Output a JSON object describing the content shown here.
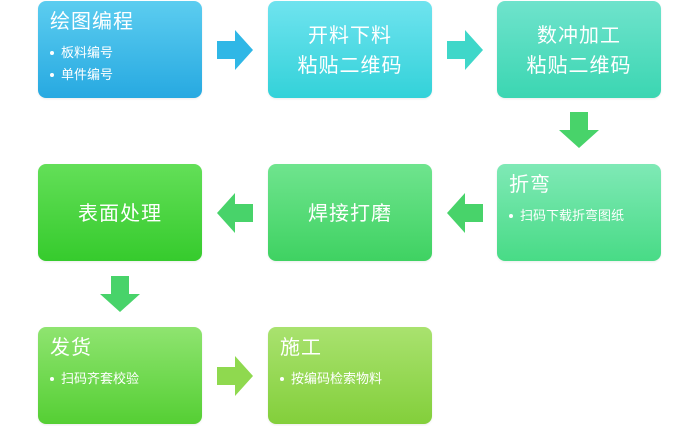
{
  "steps": [
    {
      "title": "绘图编程",
      "bullets": [
        "板料编号",
        "单件编号"
      ]
    },
    {
      "lines": [
        "开料下料",
        "粘贴二维码"
      ]
    },
    {
      "lines": [
        "数冲加工",
        "粘贴二维码"
      ]
    },
    {
      "title": "折弯",
      "bullets": [
        "扫码下载折弯图纸"
      ]
    },
    {
      "lines": [
        "焊接打磨"
      ]
    },
    {
      "lines": [
        "表面处理"
      ]
    },
    {
      "title": "发货",
      "bullets": [
        "扫码齐套校验"
      ]
    },
    {
      "title": "施工",
      "bullets": [
        "按编码检索物料"
      ]
    }
  ],
  "colors": {
    "arrow_blue": "#2fb7e6",
    "arrow_teal": "#3fd7c9",
    "arrow_green": "#48d36a",
    "arrow_lime": "#8fd94f"
  }
}
